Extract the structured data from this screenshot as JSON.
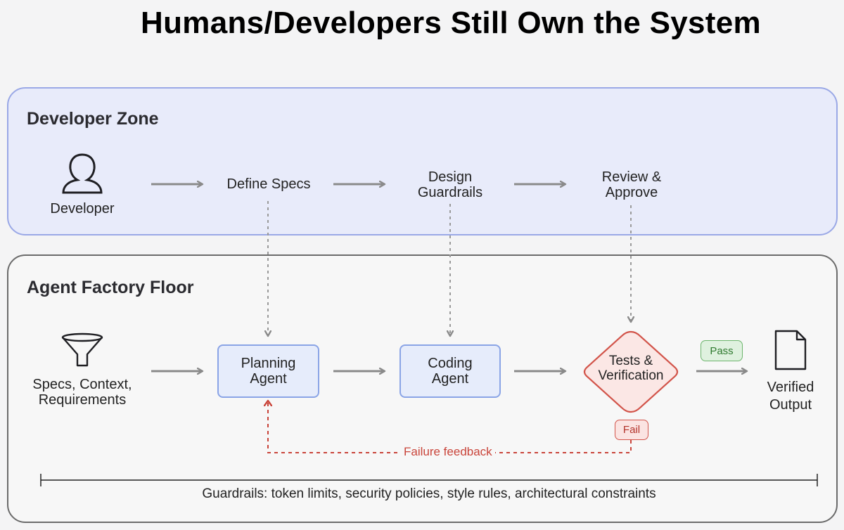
{
  "title": "Humans/Developers Still Own the System",
  "developer_zone": {
    "title": "Developer Zone",
    "developer_label": "Developer",
    "steps": [
      "Define Specs",
      "Design\nGuardrails",
      "Review &\nApprove"
    ]
  },
  "factory_floor": {
    "title": "Agent Factory Floor",
    "input_label": "Specs, Context,\nRequirements",
    "planning_agent": "Planning\nAgent",
    "coding_agent": "Coding\nAgent",
    "tests": "Tests &\nVerification",
    "pass_label": "Pass",
    "fail_label": "Fail",
    "output_label": "Verified\nOutput",
    "failure_feedback": "Failure feedback",
    "guardrails": "Guardrails: token limits, security policies, style rules, architectural constraints"
  },
  "colors": {
    "dev_zone_fill": "#e8ebfa",
    "dev_zone_border": "#9aa8e6",
    "agent_box_fill": "#e6ecfb",
    "diamond_border": "#d2544a",
    "pass_green": "#2f7a2f",
    "fail_red": "#c9443a",
    "arrow_gray": "#8a8a8a"
  },
  "icons": [
    "person-icon",
    "funnel-icon",
    "document-icon"
  ]
}
